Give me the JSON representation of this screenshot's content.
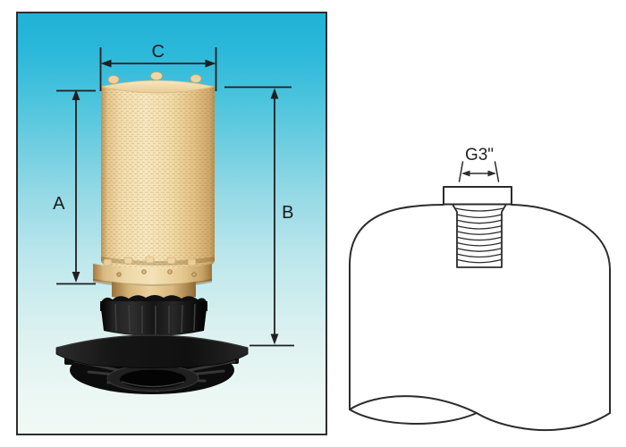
{
  "photo_panel": {
    "description": "filter cartridge with black mounting base on cyan gradient background",
    "dimension_labels": {
      "a": "A",
      "b": "B",
      "c": "C"
    }
  },
  "drawing_panel": {
    "description": "line drawing of tank dome with threaded connector",
    "thread_label": "G3\""
  },
  "colors": {
    "panel_gradient_top": "#20b2d5",
    "panel_gradient_bottom": "#f1f9f5",
    "panel_border": "#2e2e2e",
    "cartridge_cream": "#f2dcaa",
    "cartridge_shadow": "#c39a5c",
    "base_black": "#121212",
    "drawing_line": "#2c2c2c",
    "dimension_line": "#1f1f1f"
  }
}
